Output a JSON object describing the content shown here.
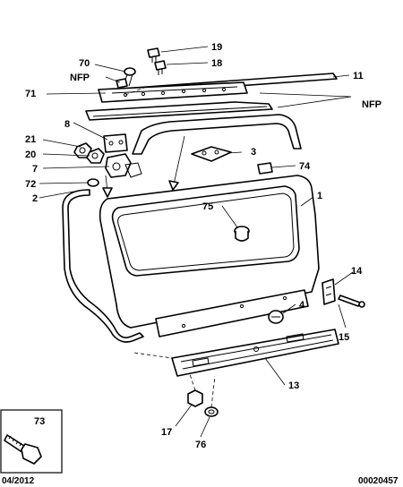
{
  "callouts": {
    "c19": "19",
    "c18": "18",
    "c70": "70",
    "cnfp1": "NFP",
    "c11": "11",
    "c71": "71",
    "cnfp2": "NFP",
    "c8": "8",
    "c21": "21",
    "c3": "3",
    "c20": "20",
    "c74": "74",
    "c7": "7",
    "c72": "72",
    "c2": "2",
    "c1": "1",
    "c75": "75",
    "c14": "14",
    "c4": "4",
    "c15": "15",
    "c13": "13",
    "c73": "73",
    "c17": "17",
    "c76": "76"
  },
  "footer": {
    "date": "04/2012",
    "ref": "00020457"
  },
  "colors": {
    "line": "#000000",
    "paper": "#ffffff"
  }
}
